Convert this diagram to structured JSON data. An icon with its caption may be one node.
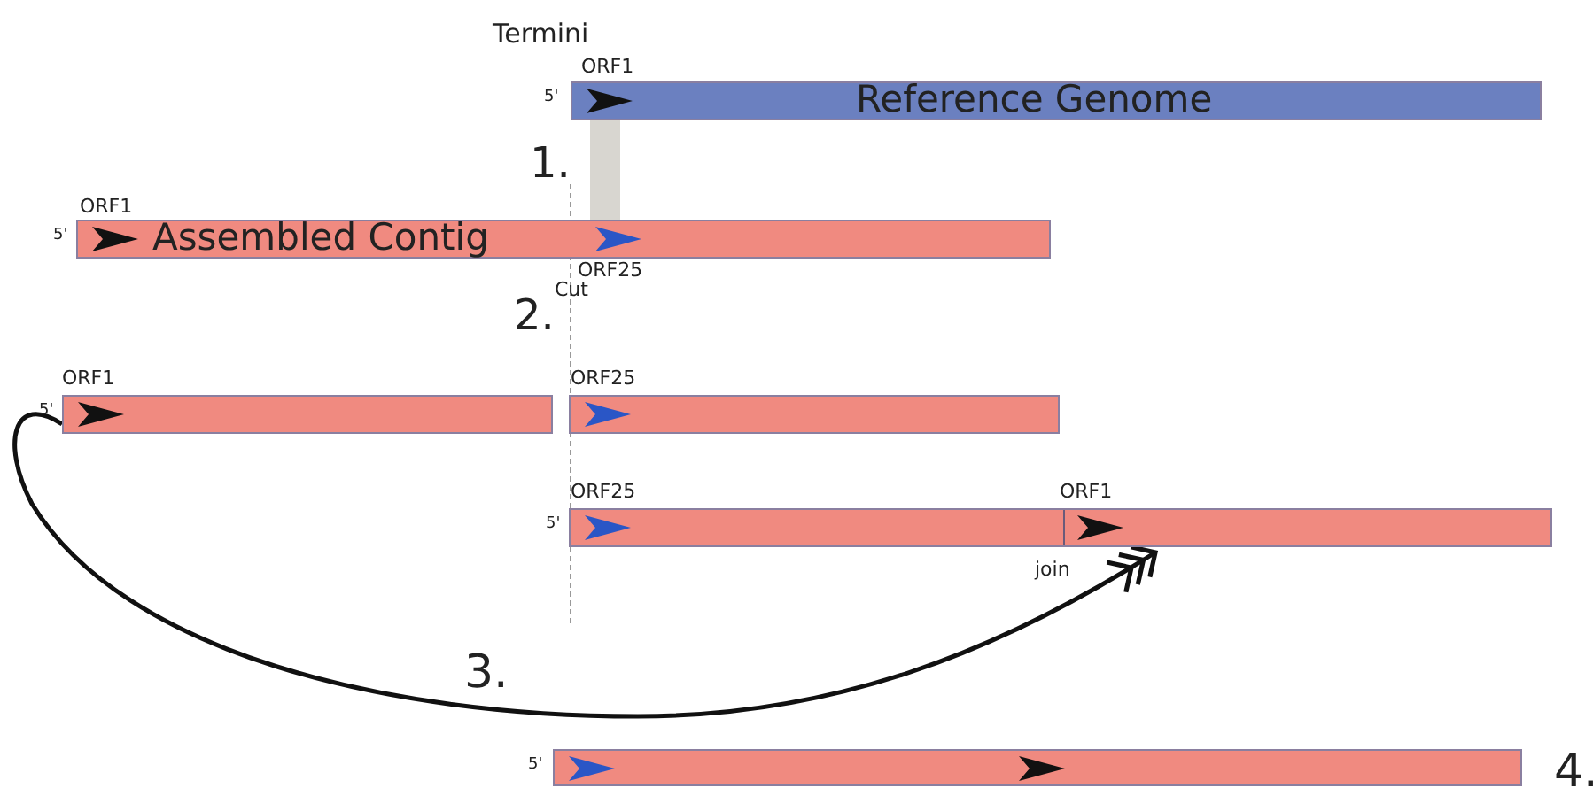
{
  "diagram": {
    "nodes": [
      {
        "text": [
          "Reference Genome"
        ],
        "beside": [
          "ORF1",
          "5'"
        ]
      },
      {
        "text": [
          "Assembled Contig"
        ],
        "beside": [
          "ORF1",
          "5'",
          "ORF25"
        ]
      },
      {
        "text": [],
        "shape": "bar",
        "beside": [
          "ORF1",
          "5'"
        ]
      },
      {
        "text": [],
        "shape": "bar",
        "beside": [
          "ORF25"
        ]
      },
      {
        "text": [],
        "shape": "bar",
        "beside": [
          "ORF25",
          "5'",
          "ORF1"
        ]
      },
      {
        "text": [],
        "shape": "bar",
        "beside": [
          "5'"
        ]
      }
    ],
    "edges": [
      {
        "from": 2,
        "to": 4,
        "arrow": "to",
        "label": "join"
      }
    ],
    "labels": [
      "Termini",
      "1.",
      "Cut",
      "2.",
      "3.",
      "4."
    ]
  }
}
